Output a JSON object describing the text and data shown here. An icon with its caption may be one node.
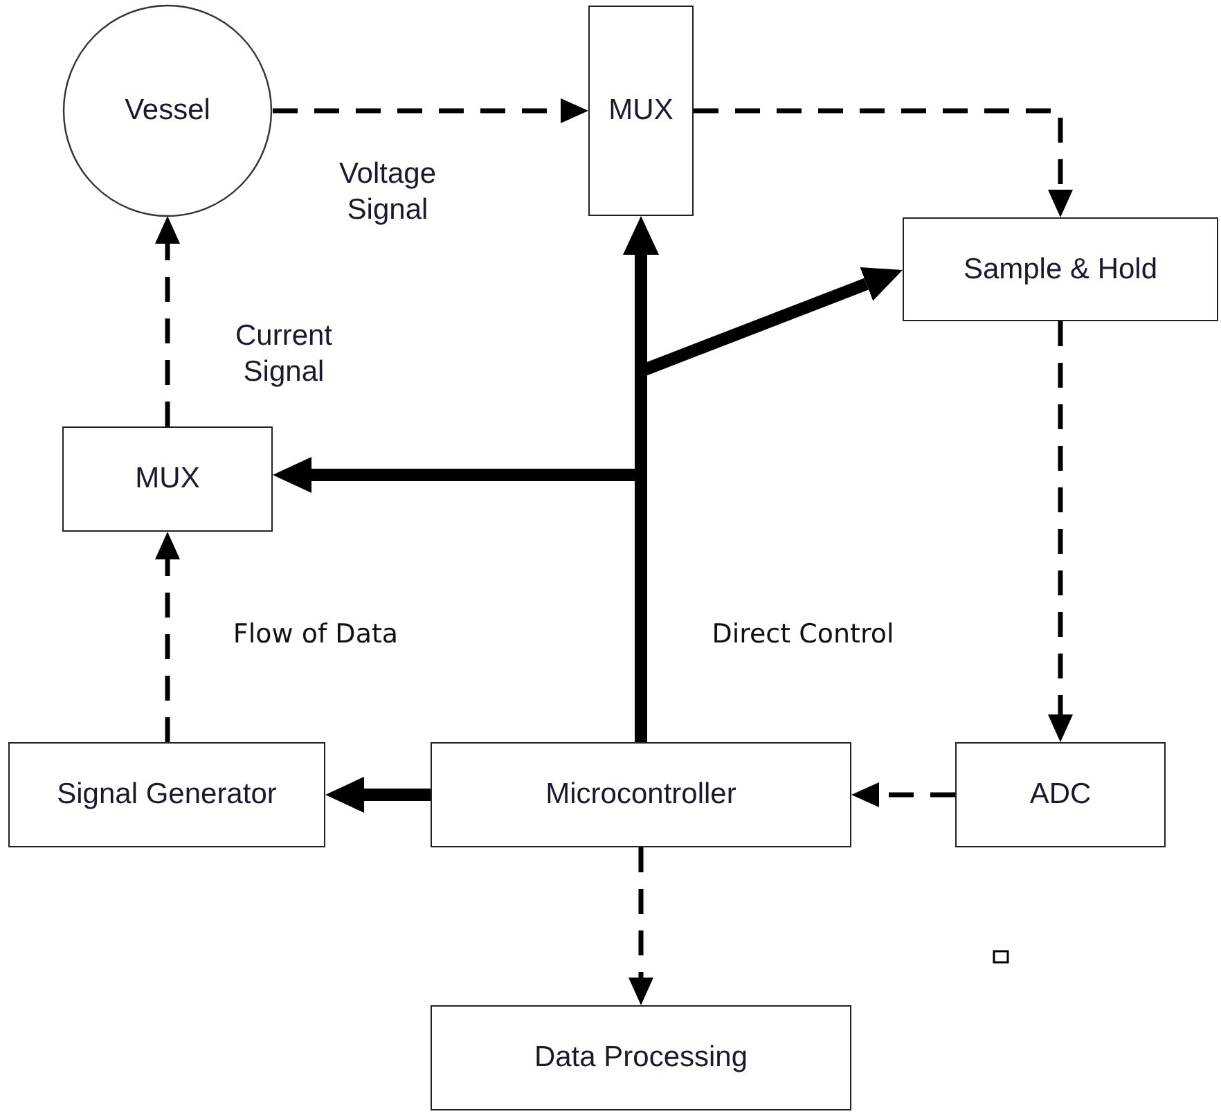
{
  "diagram": {
    "nodes": [
      {
        "text": [
          "Vessel"
        ]
      },
      {
        "text": [
          "MUX"
        ]
      },
      {
        "text": [
          "Sample & Hold"
        ]
      },
      {
        "text": [
          "MUX"
        ]
      },
      {
        "text": [
          "Signal Generator"
        ]
      },
      {
        "text": [
          "Microcontroller"
        ]
      },
      {
        "text": [
          "ADC"
        ]
      },
      {
        "text": [
          "Data Processing"
        ]
      }
    ],
    "edges": [
      {
        "from": 0,
        "to": 1,
        "arrow": "to",
        "style": "dashed"
      },
      {
        "from": 1,
        "to": 2,
        "arrow": "to",
        "style": "dashed"
      },
      {
        "from": 2,
        "to": 6,
        "arrow": "to",
        "style": "dashed"
      },
      {
        "from": 6,
        "to": 5,
        "arrow": "to",
        "style": "dashed"
      },
      {
        "from": 5,
        "to": 7,
        "arrow": "to",
        "style": "dashed"
      },
      {
        "from": 4,
        "to": 3,
        "arrow": "to",
        "style": "dashed"
      },
      {
        "from": 3,
        "to": 0,
        "arrow": "to",
        "style": "dashed"
      },
      {
        "from": 5,
        "to": 4,
        "arrow": "to",
        "style": "thick"
      },
      {
        "from": 5,
        "to": 1,
        "arrow": "to",
        "style": "thick"
      },
      {
        "from": 5,
        "to": 3,
        "arrow": "to",
        "style": "thick"
      },
      {
        "from": 5,
        "to": 2,
        "arrow": "to",
        "style": "thick"
      }
    ],
    "labels": [
      "Voltage Signal",
      "Current Signal",
      "Flow of Data",
      "Direct Control"
    ]
  }
}
